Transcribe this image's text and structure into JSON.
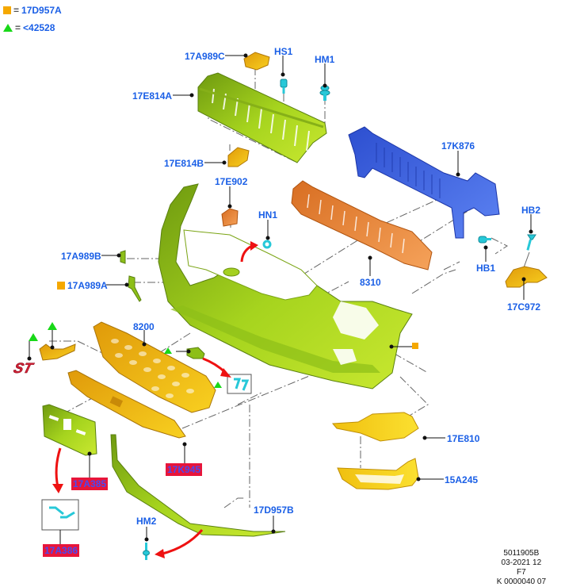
{
  "legend": [
    {
      "symbol": "orange-square",
      "color": "#F5A800",
      "text": "17D957A"
    },
    {
      "symbol": "green-triangle",
      "color": "#18D818",
      "text": "<42528"
    }
  ],
  "legend_eq": "=",
  "labels": {
    "p17A989C": "17A989C",
    "HS1": "HS1",
    "HM1": "HM1",
    "p17E814A": "17E814A",
    "p17E814B": "17E814B",
    "p17K876": "17K876",
    "p17E902": "17E902",
    "HN1": "HN1",
    "HB2": "HB2",
    "p17A989B": "17A989B",
    "p17A989A": "17A989A",
    "p8310": "8310",
    "HB1": "HB1",
    "p17C972": "17C972",
    "p8200": "8200",
    "p17E810": "17E810",
    "p17K945": "17K945",
    "p15A245": "15A245",
    "p17A385": "17A385",
    "p17A386": "17A386",
    "HM2": "HM2",
    "p17D957B": "17D957B"
  },
  "badge_text": "ST",
  "footer": {
    "line1": "5011905B",
    "line2": "03-2021 12",
    "line3": "F7",
    "line4": "K 0000040 07"
  },
  "colors": {
    "label": "#1A5FE6",
    "highlight": "#E8153A",
    "bumper": "#9ACD1A",
    "reinforcement": "#3A62E0",
    "absorber": "#EE8A3A",
    "grille": "#F2B418",
    "fastener": "#27C8D8",
    "arrow": "#EE1111"
  }
}
